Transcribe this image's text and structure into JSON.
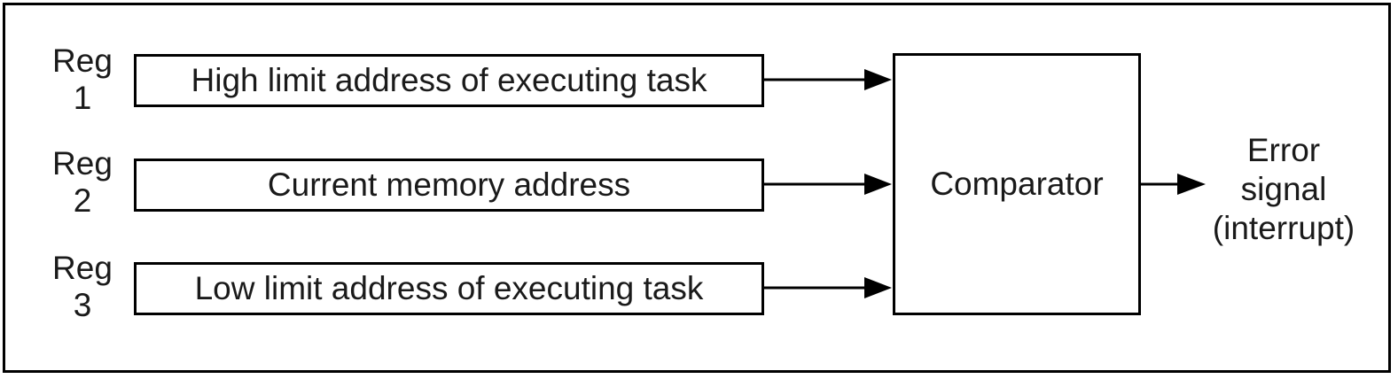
{
  "registers": [
    {
      "label_line1": "Reg",
      "label_line2": "1",
      "content": "High limit address of executing task"
    },
    {
      "label_line1": "Reg",
      "label_line2": "2",
      "content": "Current memory address"
    },
    {
      "label_line1": "Reg",
      "label_line2": "3",
      "content": "Low limit address of executing task"
    }
  ],
  "comparator": {
    "label": "Comparator"
  },
  "output": {
    "line1": "Error",
    "line2": "signal",
    "line3": "(interrupt)"
  },
  "colors": {
    "stroke": "#000000",
    "text": "#1a1a1a",
    "background": "#ffffff"
  }
}
